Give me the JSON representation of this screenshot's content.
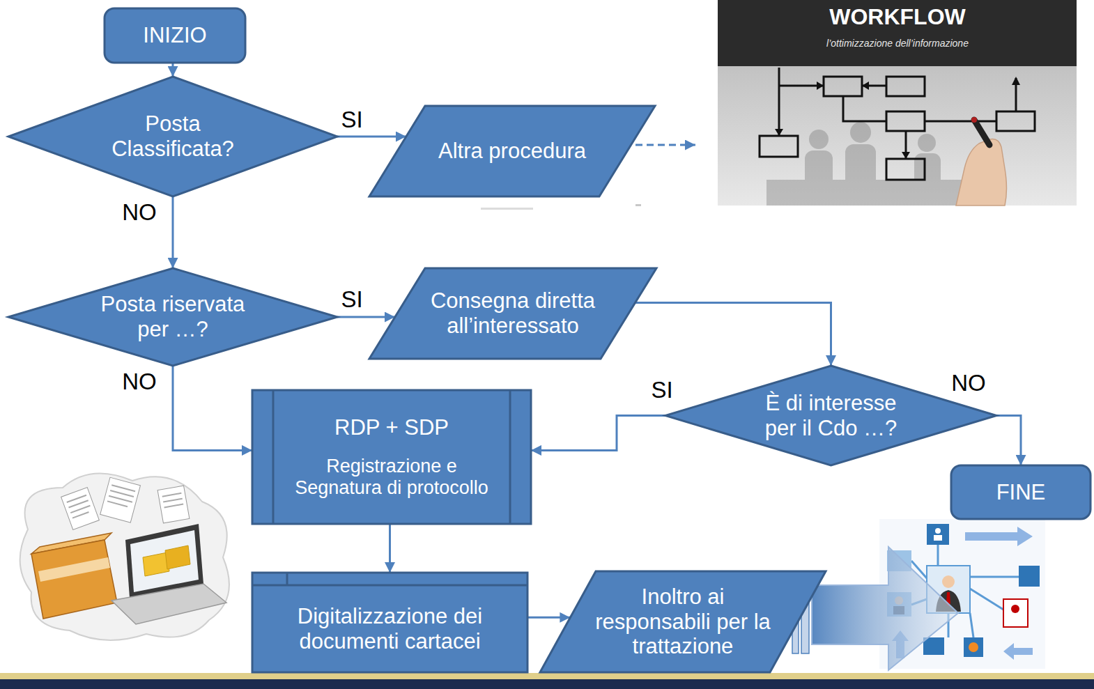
{
  "diagram": {
    "nodes": [
      {
        "text": [
          "INIZIO"
        ]
      },
      {
        "text": [
          "Posta Classificata?"
        ]
      },
      {
        "text": [
          "Altra procedura"
        ]
      },
      {
        "text": [
          "Posta riservata per …?"
        ]
      },
      {
        "text": [
          "Consegna diretta all’interessato"
        ]
      },
      {
        "text": [
          "È di interesse per il Cdo …?"
        ]
      },
      {
        "text": [
          "RDP + SDP",
          "Registrazione e Segnatura di protocollo"
        ]
      },
      {
        "text": [
          "FINE"
        ]
      },
      {
        "text": [
          "Digitalizzazione dei documenti cartacei"
        ]
      },
      {
        "text": [
          "Inoltro ai responsabili per la trattazione"
        ]
      }
    ],
    "edges": [
      {
        "from": 0,
        "to": 1,
        "arrow": "to"
      },
      {
        "from": 1,
        "to": 2,
        "label": "SI",
        "arrow": "to"
      },
      {
        "from": 1,
        "to": 3,
        "label": "NO",
        "arrow": "to"
      },
      {
        "from": 3,
        "to": 4,
        "label": "SI",
        "arrow": "to"
      },
      {
        "from": 3,
        "to": 6,
        "label": "NO",
        "arrow": "to"
      },
      {
        "from": 4,
        "to": 5,
        "arrow": "to"
      },
      {
        "from": 5,
        "to": 6,
        "label": "SI",
        "arrow": "to"
      },
      {
        "from": 5,
        "to": 7,
        "label": "NO",
        "arrow": "to"
      },
      {
        "from": 6,
        "to": 8,
        "arrow": "to"
      },
      {
        "from": 8,
        "to": 9,
        "arrow": "to"
      }
    ],
    "labels": [
      "WORKFLOW",
      "l’ottimizzazione dell’informazione"
    ]
  }
}
